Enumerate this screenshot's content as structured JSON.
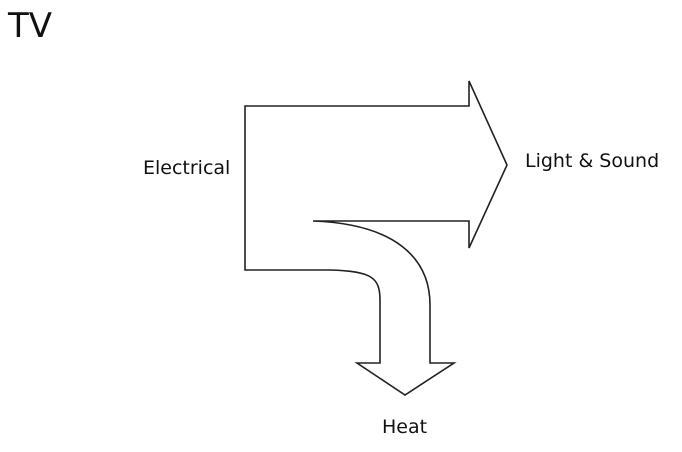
{
  "title": "TV",
  "energy": {
    "input_label": "Electrical",
    "useful_output_label": "Light & Sound",
    "waste_output_label": "Heat"
  },
  "colors": {
    "stroke": "#222222",
    "background": "#ffffff"
  }
}
